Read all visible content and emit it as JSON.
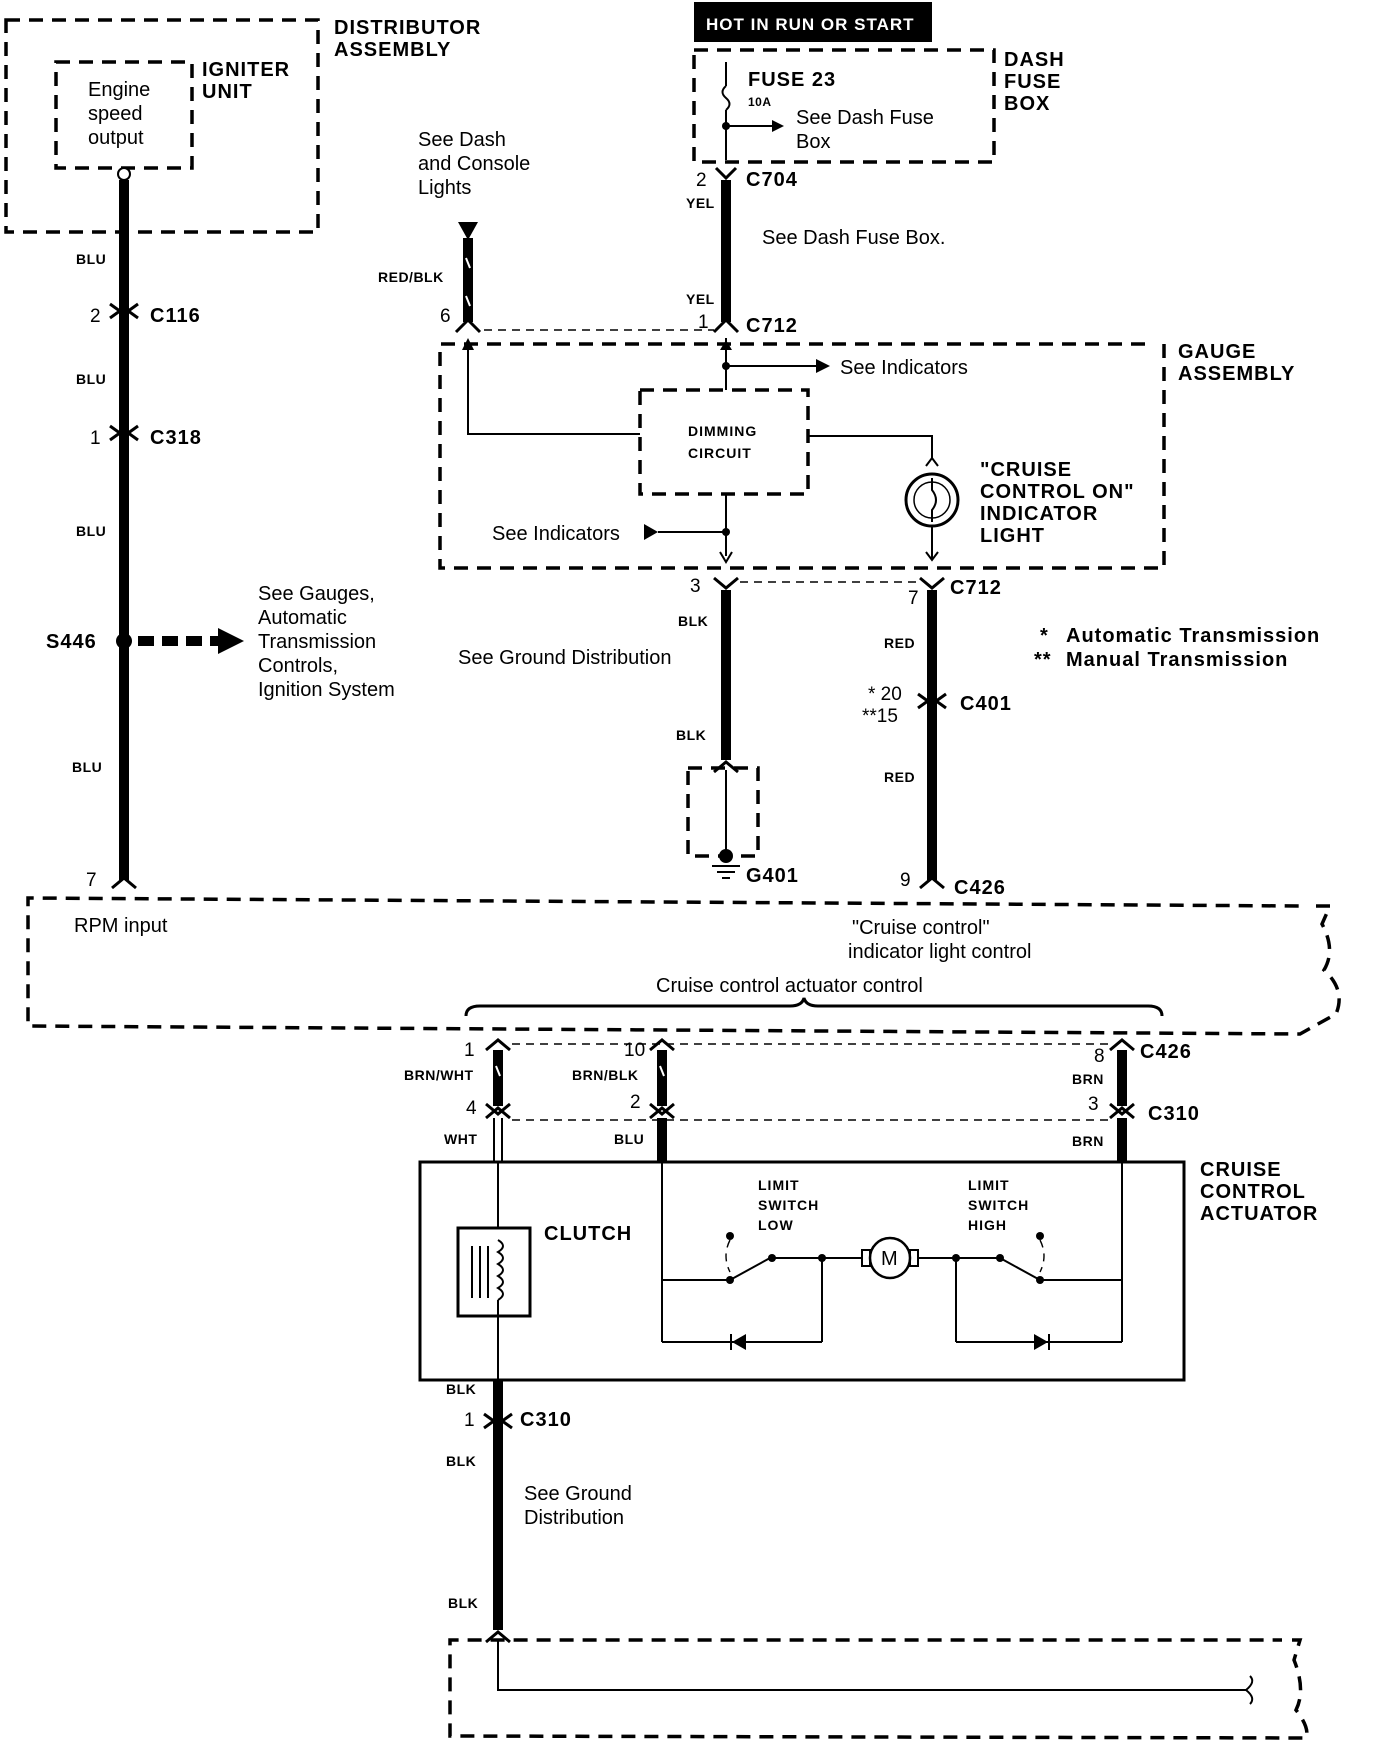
{
  "header": {
    "hot_label": "HOT IN RUN OR START"
  },
  "components": {
    "distributor": "DISTRIBUTOR",
    "assembly": "ASSEMBLY",
    "igniter": "IGNITER",
    "unit": "UNIT",
    "engine_l1": "Engine",
    "engine_l2": "speed",
    "engine_l3": "output",
    "dash": "DASH",
    "fuse": "FUSE",
    "box": "BOX",
    "fuse23": "FUSE 23",
    "fuse_amp": "10A",
    "see_dash_fuse_l1": "See Dash Fuse",
    "see_dash_fuse_l2": "Box",
    "see_dash_fuse_box": "See Dash Fuse Box.",
    "gauge": "GAUGE",
    "gauge_assembly": "ASSEMBLY",
    "dimming_l1": "DIMMING",
    "dimming_l2": "CIRCUIT",
    "cruise_on_l1": "\"CRUISE",
    "cruise_on_l2": "CONTROL ON\"",
    "cruise_on_l3": "INDICATOR",
    "cruise_on_l4": "LIGHT",
    "see_indicators_1": "See Indicators",
    "see_indicators_2": "See Indicators",
    "see_dash_console_l1": "See Dash",
    "see_dash_console_l2": "and Console",
    "see_dash_console_l3": "Lights",
    "see_gauges_l1": "See Gauges,",
    "see_gauges_l2": "Automatic",
    "see_gauges_l3": "Transmission",
    "see_gauges_l4": "Controls,",
    "see_gauges_l5": "Ignition System",
    "see_ground_1": "See Ground Distribution",
    "see_ground_2_l1": "See Ground",
    "see_ground_2_l2": "Distribution",
    "rpm_input": "RPM input",
    "cruise_ind_l1": "\"Cruise control\"",
    "cruise_ind_l2": "indicator light control",
    "cruise_act_ctrl": "Cruise control actuator control",
    "actuator_l1": "CRUISE",
    "actuator_l2": "CONTROL",
    "actuator_l3": "ACTUATOR",
    "clutch": "CLUTCH",
    "limit_low_l1": "LIMIT",
    "limit_low_l2": "SWITCH",
    "limit_low_l3": "LOW",
    "limit_high_l1": "LIMIT",
    "limit_high_l2": "SWITCH",
    "limit_high_l3": "HIGH",
    "motor": "M"
  },
  "legend": {
    "auto_mark": "*",
    "auto_text": "Automatic Transmission",
    "manual_mark": "**",
    "manual_text": "Manual Transmission"
  },
  "connectors": {
    "c116": "C116",
    "c318": "C318",
    "s446": "S446",
    "c704": "C704",
    "c712_top": "C712",
    "c712_bot": "C712",
    "c401": "C401",
    "c426_top": "C426",
    "c426_bot": "C426",
    "c310_top": "C310",
    "c310_bot": "C310",
    "g401": "G401"
  },
  "wires": {
    "blu_1": "BLU",
    "blu_2": "BLU",
    "blu_3": "BLU",
    "blu_4": "BLU",
    "yel_1": "YEL",
    "yel_2": "YEL",
    "red_blk": "RED/BLK",
    "blk_1": "BLK",
    "blk_2": "BLK",
    "red_1": "RED",
    "red_2": "RED",
    "brn_wht": "BRN/WHT",
    "brn_blk": "BRN/BLK",
    "brn_1": "BRN",
    "brn_2": "BRN",
    "wht": "WHT",
    "blu_act": "BLU",
    "blk_3": "BLK",
    "blk_4": "BLK",
    "blk_5": "BLK"
  },
  "pins": {
    "p2_c116": "2",
    "p1_c318": "1",
    "p7_rpm": "7",
    "p2_c704": "2",
    "p1_c712": "1",
    "p6_c712": "6",
    "p3_c712": "3",
    "p7_c712": "7",
    "p20_c401": "* 20",
    "p15_c401": "**15",
    "p9_c426": "9",
    "p1_c426": "1",
    "p10_c426": "10",
    "p8_c426": "8",
    "p4_c310": "4",
    "p2_c310": "2",
    "p3_c310": "3",
    "p1_c310": "1"
  }
}
